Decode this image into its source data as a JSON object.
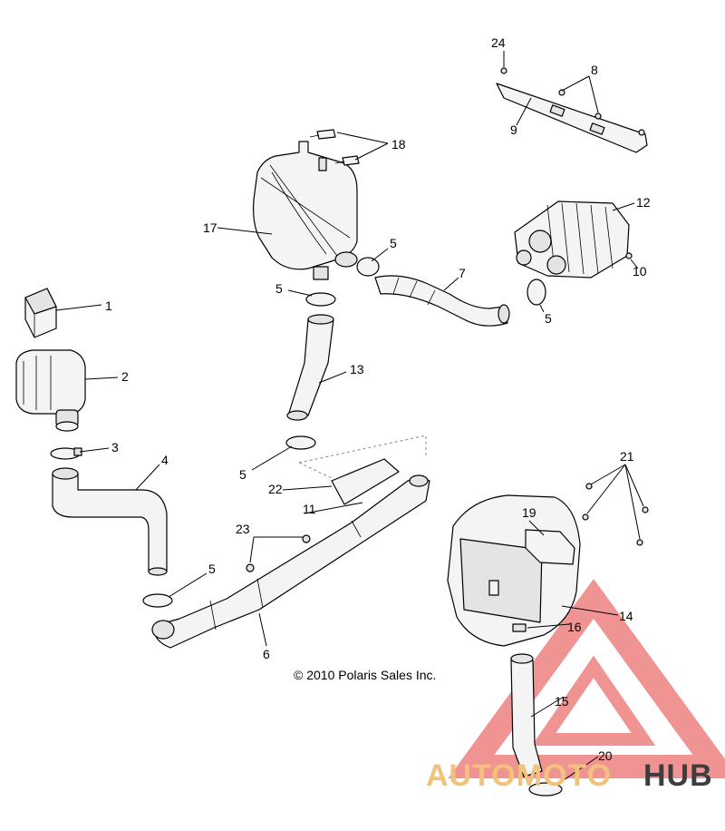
{
  "callouts": [
    "1",
    "2",
    "3",
    "4",
    "5",
    "6",
    "7",
    "8",
    "9",
    "10",
    "11",
    "12",
    "13",
    "14",
    "15",
    "16",
    "17",
    "18",
    "19",
    "20",
    "21",
    "22",
    "23",
    "24"
  ],
  "copyright": "© 2010 Polaris Sales Inc.",
  "watermark": {
    "auto": "AUTOMOTO",
    "hub": "HUB",
    "colors": {
      "triangle": "#e23b3b",
      "auto": "#f2c27a",
      "hub": "#3d3d3d"
    }
  }
}
